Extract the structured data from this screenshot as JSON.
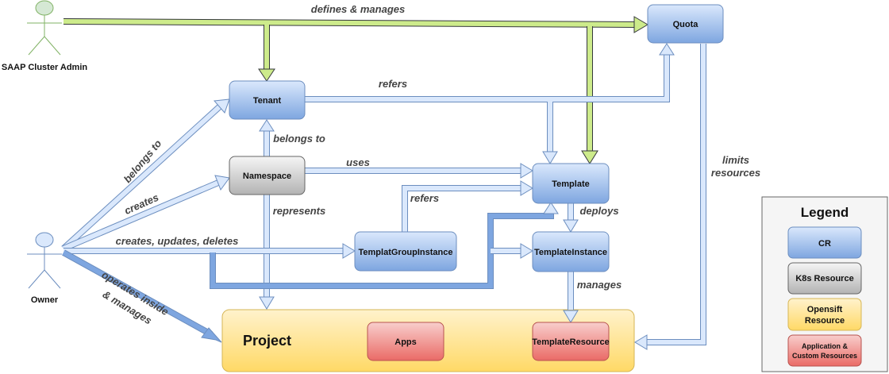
{
  "actors": {
    "admin": "SAAP Cluster Admin",
    "owner": "Owner"
  },
  "nodes": {
    "quota": "Quota",
    "tenant": "Tenant",
    "namespace": "Namespace",
    "template": "Template",
    "template_group_instance": "TemplatGroupInstance",
    "template_instance": "TemplateInstance",
    "project": "Project",
    "apps": "Apps",
    "template_resource": "TemplateResource"
  },
  "edges": {
    "defines_manages": "defines & manages",
    "refers_top": "refers",
    "belongs_to_tenant": "belongs to",
    "belongs_to_owner": "belongs to",
    "uses": "uses",
    "refers_mid": "refers",
    "creates": "creates",
    "represents": "represents",
    "deploys": "deploys",
    "creates_updates_deletes": "creates, updates, deletes",
    "manages": "manages",
    "operates_line1": "operates inside",
    "operates_line2": "& manages",
    "limits_line1": "limits",
    "limits_line2": "resources"
  },
  "legend": {
    "title": "Legend",
    "cr": "CR",
    "k8s": "K8s Resource",
    "openshift_line1": "Opensift",
    "openshift_line2": "Resource",
    "app_line1": "Application &",
    "app_line2": "Custom Resources"
  },
  "colors": {
    "cr_fill_top": "#dae8fc",
    "cr_fill_bottom": "#7ea6e0",
    "cr_stroke": "#6c8ebf",
    "k8s_fill_top": "#f5f5f5",
    "k8s_fill_bottom": "#b3b3b3",
    "k8s_stroke": "#666666",
    "openshift_fill_top": "#fff2cc",
    "openshift_fill_bottom": "#ffd966",
    "openshift_stroke": "#d6b656",
    "app_fill_top": "#f8cecc",
    "app_fill_bottom": "#ea6b66",
    "app_stroke": "#b85450",
    "admin_fill": "#d5e8d4",
    "admin_stroke": "#82b366",
    "owner_fill": "#dae8fc",
    "owner_stroke": "#6c8ebf",
    "green_arrow": "#cdeb8b",
    "green_arrow_stroke": "#36393d",
    "blue_arrow": "#dae8fc",
    "blue_arrow_stroke": "#6c8ebf",
    "dark_arrow": "#7ea6e0"
  }
}
